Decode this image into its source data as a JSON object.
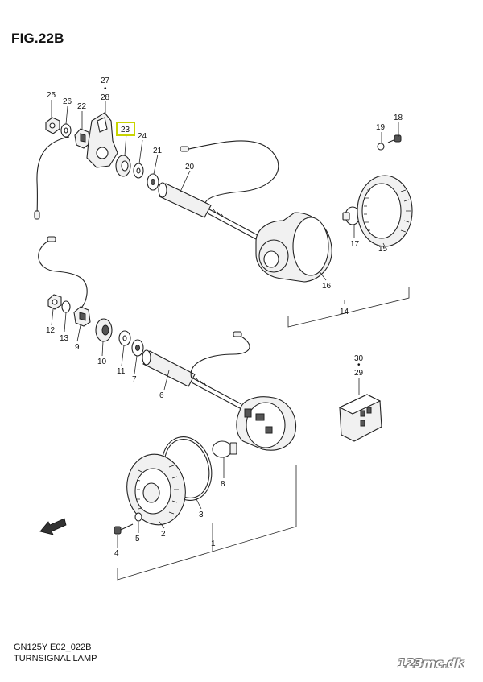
{
  "figure": {
    "title": "FIG.22B",
    "model_code": "GN125Y E02_022B",
    "section_name": "TURNSIGNAL LAMP",
    "watermark": "123mc.dk",
    "highlight_color": "#c8d400"
  },
  "callouts": {
    "p25": "25",
    "p26": "26",
    "p22": "22",
    "p27": "27",
    "p28": "28",
    "p23": "23",
    "p24": "24",
    "p21": "21",
    "p20": "20",
    "p18": "18",
    "p19": "19",
    "p17": "17",
    "p15": "15",
    "p16": "16",
    "p14": "14",
    "p12": "12",
    "p13": "13",
    "p9": "9",
    "p10": "10",
    "p11": "11",
    "p7": "7",
    "p6": "6",
    "p30": "30",
    "p29": "29",
    "p8": "8",
    "p3": "3",
    "p2": "2",
    "p4": "4",
    "p5": "5",
    "p1": "1"
  },
  "icons": {
    "direction_arrow": "fwd-arrow-icon"
  }
}
